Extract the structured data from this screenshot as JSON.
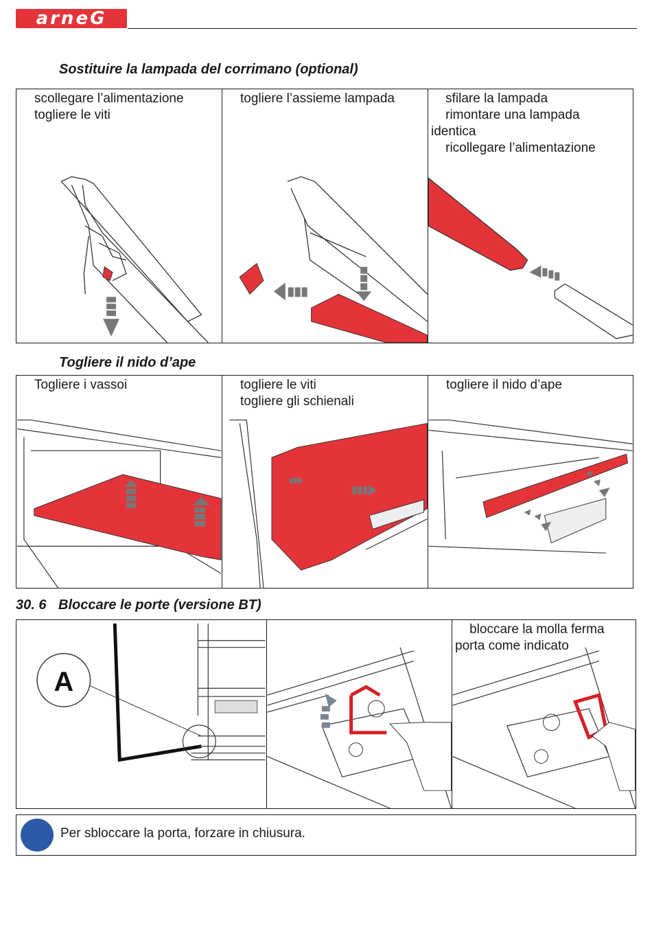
{
  "header": {
    "logo_text": "arneG"
  },
  "sections": [
    {
      "number": "",
      "title": "Sostituire la lampada del corrimano (optional)",
      "steps": [
        {
          "lines": [
            "scollegare l’alimentazione",
            "togliere le viti"
          ]
        },
        {
          "lines": [
            "togliere l’assieme lampada"
          ]
        },
        {
          "lines": [
            "    sfilare la lampada",
            "    rimontare una lampada",
            "identica",
            "    ricollegare l’alimentazione"
          ]
        }
      ]
    },
    {
      "number": "",
      "title": "Togliere il nido d’ape",
      "steps": [
        {
          "lines": [
            "Togliere i vassoi"
          ]
        },
        {
          "lines": [
            "togliere le viti",
            "togliere gli schienali"
          ]
        },
        {
          "lines": [
            "togliere il nido d’ape"
          ]
        }
      ]
    },
    {
      "number": "30. 6",
      "title": "Bloccare le porte (versione BT)",
      "steps": [
        {
          "lines": [],
          "callout": "A"
        },
        {
          "lines": []
        },
        {
          "lines": [
            "    bloccare la molla ferma",
            "porta come indicato"
          ]
        }
      ]
    }
  ],
  "note": {
    "text": "Per sbloccare la porta, forzare in chiusura.",
    "icon": "info-circle-icon"
  },
  "colors": {
    "accent_red": "#e4343a",
    "note_blue": "#2b5aa6"
  }
}
